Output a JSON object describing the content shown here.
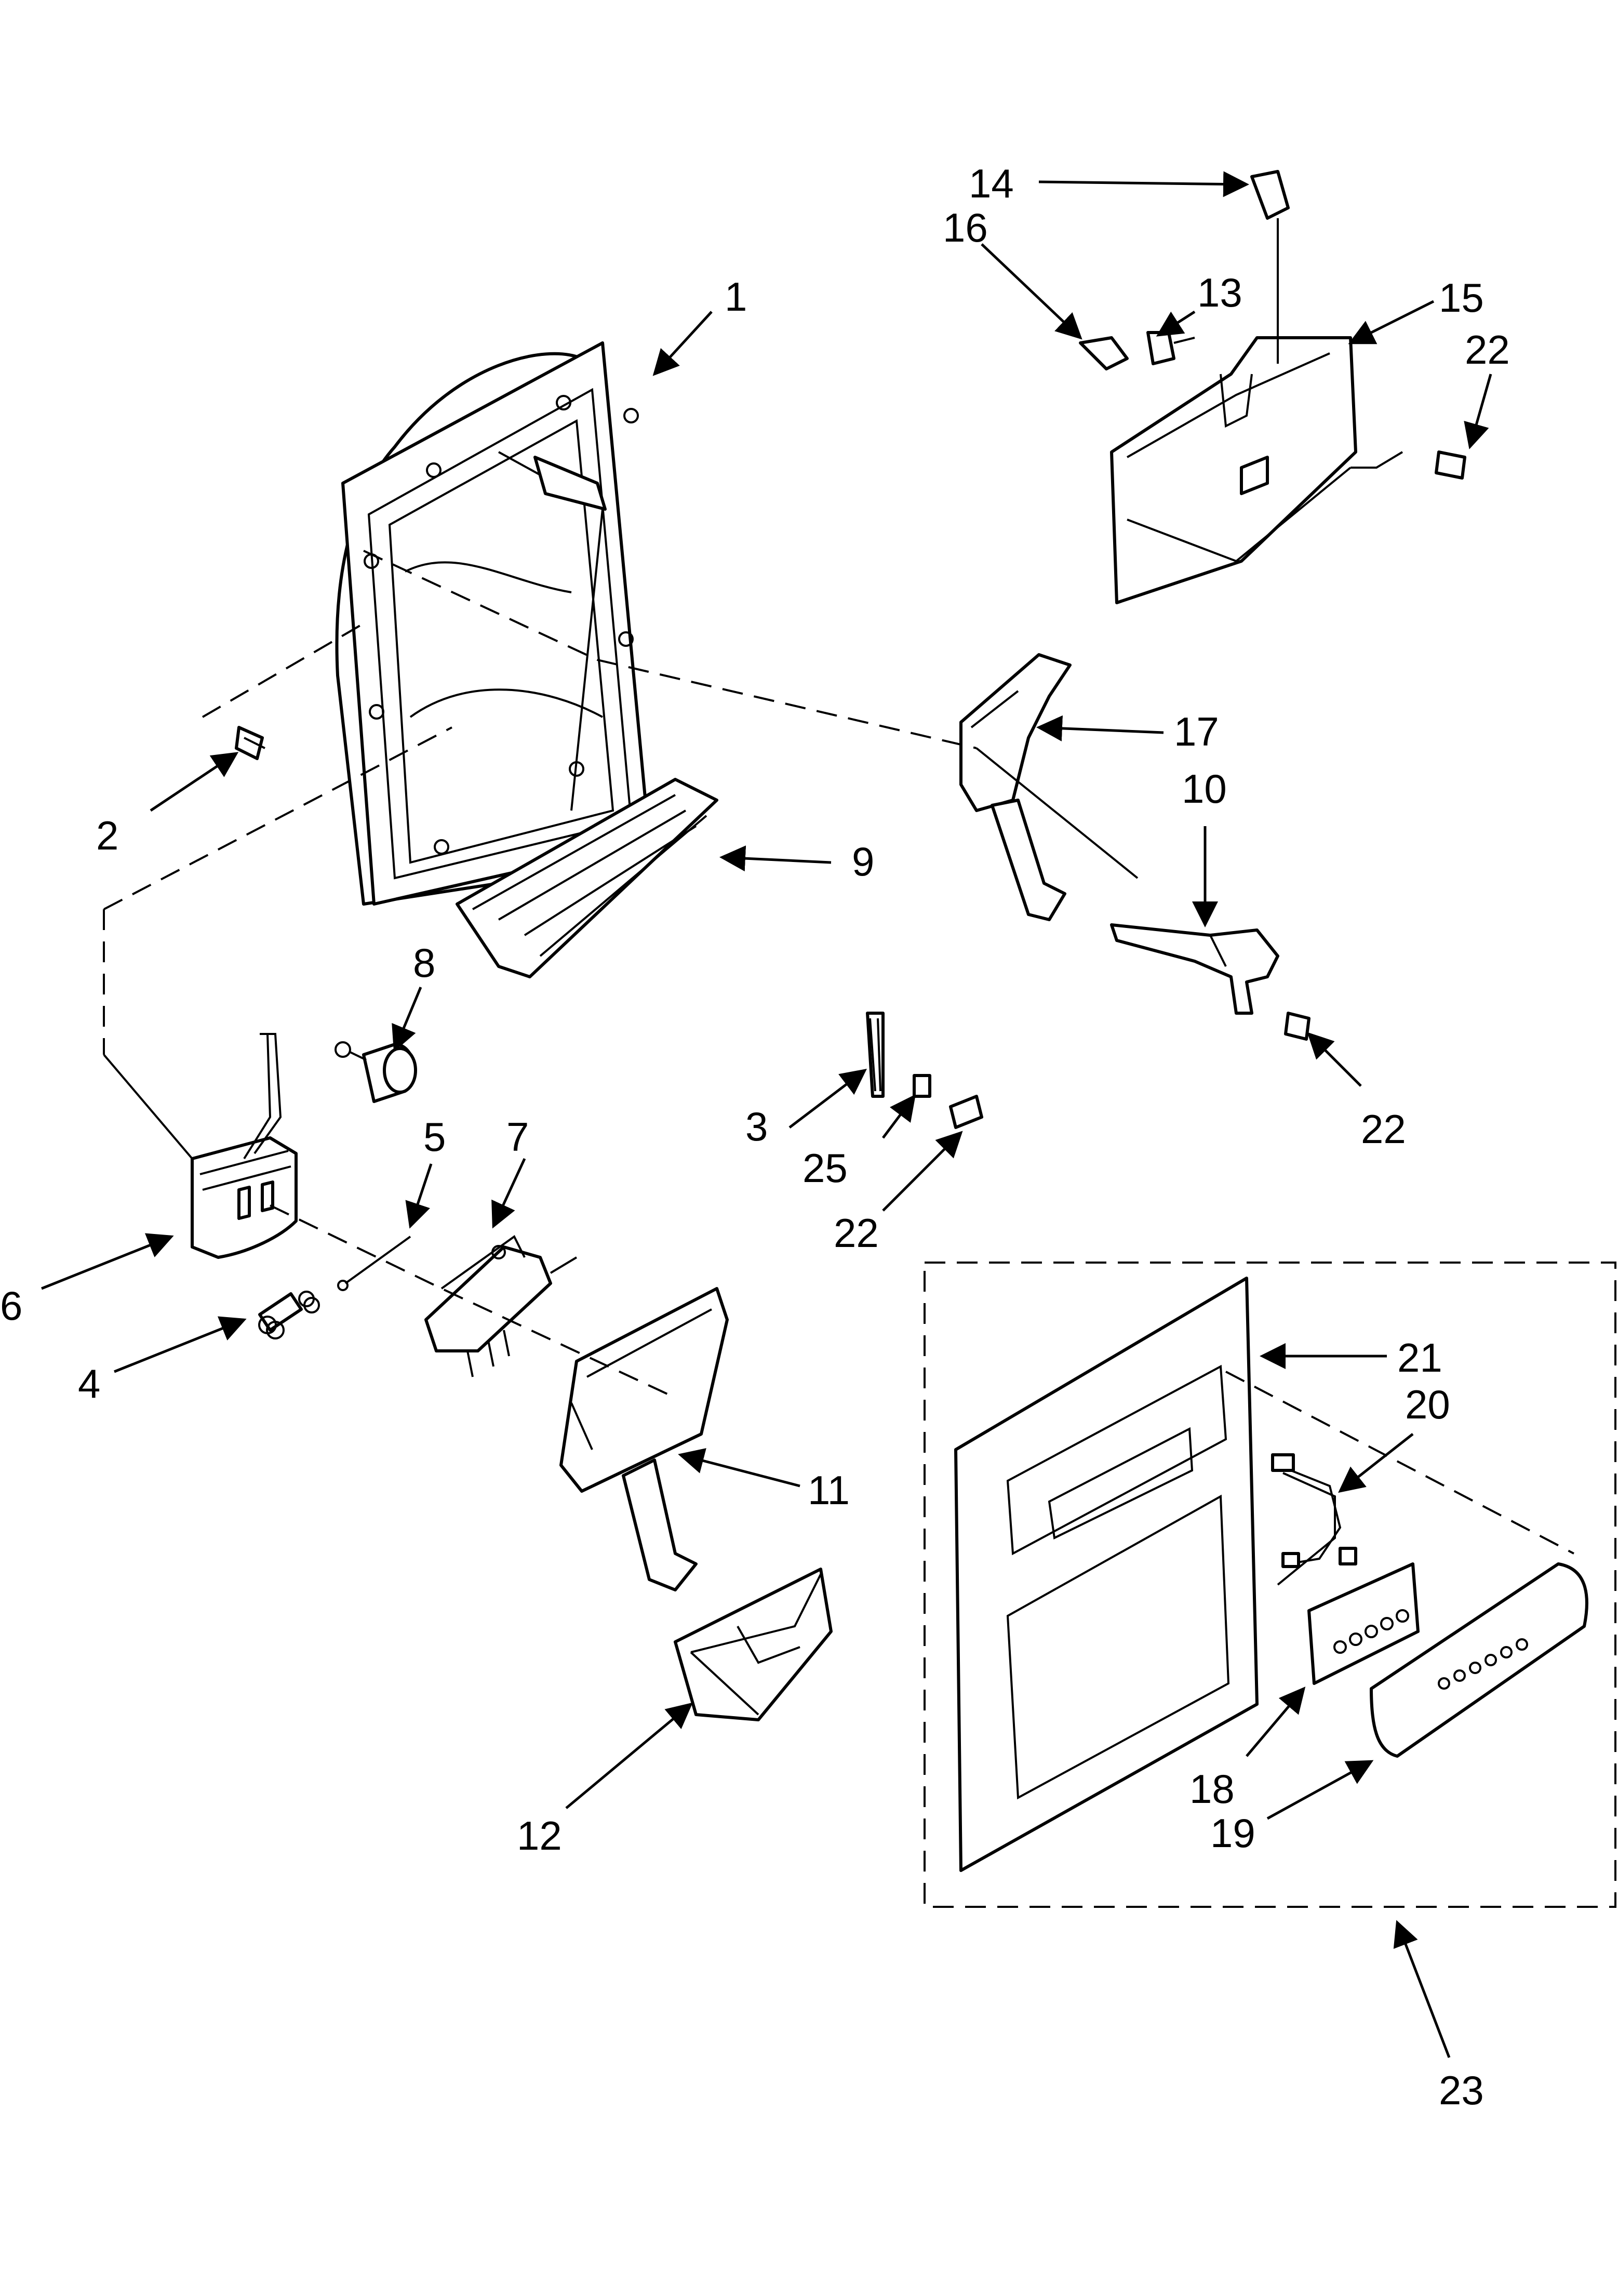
{
  "callouts": {
    "c1": "1",
    "c2": "2",
    "c3": "3",
    "c4": "4",
    "c5": "5",
    "c6": "6",
    "c7": "7",
    "c8": "8",
    "c9": "9",
    "c10": "10",
    "c11": "11",
    "c12": "12",
    "c13": "13",
    "c14": "14",
    "c15": "15",
    "c16": "16",
    "c17": "17",
    "c18": "18",
    "c19": "19",
    "c20": "20",
    "c21": "21",
    "c22a": "22",
    "c22b": "22",
    "c22c": "22",
    "c23": "23",
    "c25": "25"
  }
}
